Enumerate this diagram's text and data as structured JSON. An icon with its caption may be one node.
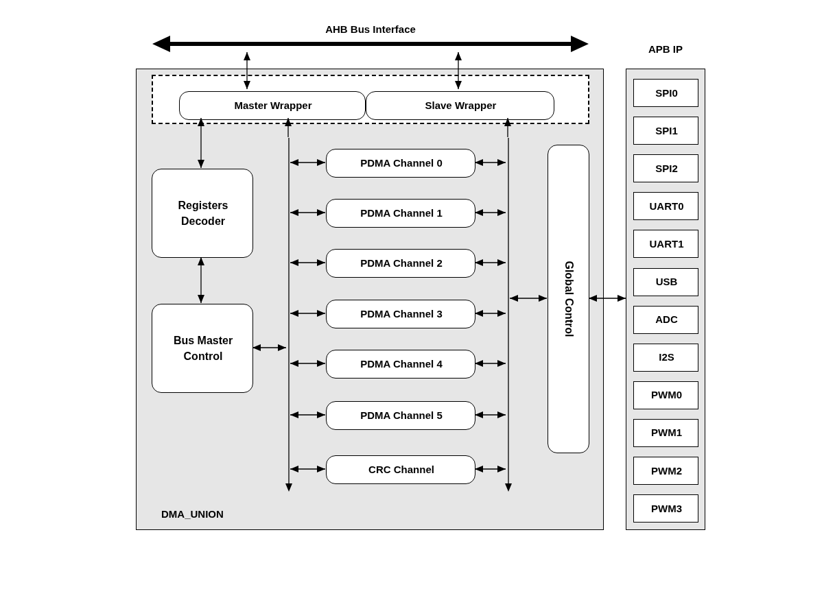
{
  "diagram": {
    "nodes": [
      {
        "text": [
          "AHB Bus Interface"
        ]
      },
      {
        "text": [
          "DMA_UNION"
        ]
      },
      {
        "text": [],
        "shape": "box",
        "in": 1
      },
      {
        "text": [
          "Master Wrapper"
        ],
        "in": 2
      },
      {
        "text": [
          "Slave Wrapper"
        ],
        "in": 2
      },
      {
        "text": [
          "Registers Decoder"
        ],
        "in": 1
      },
      {
        "text": [
          "Bus Master Control"
        ],
        "in": 1
      },
      {
        "text": [],
        "shape": "bar",
        "in": 1
      },
      {
        "text": [
          "PDMA Channel 0"
        ],
        "in": 1
      },
      {
        "text": [
          "PDMA Channel 1"
        ],
        "in": 1
      },
      {
        "text": [
          "PDMA Channel 2"
        ],
        "in": 1
      },
      {
        "text": [
          "PDMA Channel 3"
        ],
        "in": 1
      },
      {
        "text": [
          "PDMA Channel 4"
        ],
        "in": 1
      },
      {
        "text": [
          "PDMA Channel 5"
        ],
        "in": 1
      },
      {
        "text": [
          "CRC Channel"
        ],
        "in": 1
      },
      {
        "text": [],
        "shape": "bar",
        "in": 1
      },
      {
        "text": [
          "Global Control"
        ],
        "in": 1
      },
      {
        "text": [
          "APB IP"
        ]
      },
      {
        "text": [
          "SPI0"
        ],
        "in": 17
      },
      {
        "text": [
          "SPI1"
        ],
        "in": 17
      },
      {
        "text": [
          "SPI2"
        ],
        "in": 17
      },
      {
        "text": [
          "UART0"
        ],
        "in": 17
      },
      {
        "text": [
          "UART1"
        ],
        "in": 17
      },
      {
        "text": [
          "USB"
        ],
        "in": 17
      },
      {
        "text": [
          "ADC"
        ],
        "in": 17
      },
      {
        "text": [
          "I2S"
        ],
        "in": 17
      },
      {
        "text": [
          "PWM0"
        ],
        "in": 17
      },
      {
        "text": [
          "PWM1"
        ],
        "in": 17
      },
      {
        "text": [
          "PWM2"
        ],
        "in": 17
      },
      {
        "text": [
          "PWM3"
        ],
        "in": 17
      }
    ],
    "edges": [
      {
        "from": 0,
        "to": 3,
        "arrow": "both"
      },
      {
        "from": 0,
        "to": 4,
        "arrow": "both"
      },
      {
        "from": 3,
        "to": 5,
        "arrow": "both"
      },
      {
        "from": 5,
        "to": 6,
        "arrow": "both"
      },
      {
        "from": 7,
        "to": 3,
        "arrow": "to"
      },
      {
        "from": 15,
        "to": 4,
        "arrow": "to"
      },
      {
        "from": 6,
        "to": 7,
        "arrow": "both"
      },
      {
        "from": 7,
        "to": 8,
        "arrow": "both"
      },
      {
        "from": 7,
        "to": 9,
        "arrow": "both"
      },
      {
        "from": 7,
        "to": 10,
        "arrow": "both"
      },
      {
        "from": 7,
        "to": 11,
        "arrow": "both"
      },
      {
        "from": 7,
        "to": 12,
        "arrow": "both"
      },
      {
        "from": 7,
        "to": 13,
        "arrow": "both"
      },
      {
        "from": 7,
        "to": 14,
        "arrow": "both"
      },
      {
        "from": 8,
        "to": 15,
        "arrow": "both"
      },
      {
        "from": 9,
        "to": 15,
        "arrow": "both"
      },
      {
        "from": 10,
        "to": 15,
        "arrow": "both"
      },
      {
        "from": 11,
        "to": 15,
        "arrow": "both"
      },
      {
        "from": 12,
        "to": 15,
        "arrow": "both"
      },
      {
        "from": 13,
        "to": 15,
        "arrow": "both"
      },
      {
        "from": 14,
        "to": 15,
        "arrow": "both"
      },
      {
        "from": 15,
        "to": 16,
        "arrow": "both"
      },
      {
        "from": 16,
        "to": 17,
        "arrow": "both"
      }
    ]
  }
}
